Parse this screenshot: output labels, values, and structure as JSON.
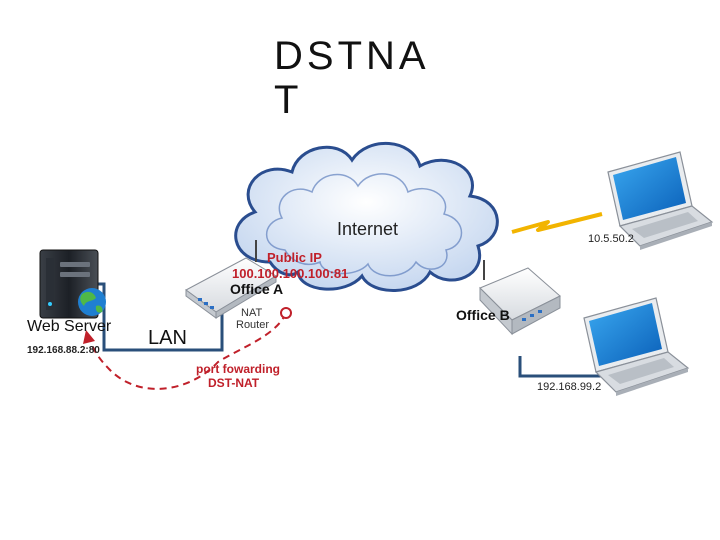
{
  "slide": {
    "title": "DSTNAT"
  },
  "diagram": {
    "cloud_label": "Internet",
    "web_server": {
      "name": "Web Server",
      "address": "192.168.88.2:80"
    },
    "lan_label": "LAN",
    "office_a": {
      "name": "Office A",
      "public_ip_label": "Public IP",
      "public_ip": "100.100.100.100:81",
      "role_line1": "NAT",
      "role_line2": "Router"
    },
    "office_b": {
      "name": "Office B"
    },
    "laptop_wireless": {
      "address": "10.5.50.2"
    },
    "laptop_wired": {
      "address": "192.168.99.2"
    },
    "annotation": {
      "line1": "port fowarding",
      "line2": "DST-NAT"
    }
  },
  "colors": {
    "cloud_fill": "#dfe9f7",
    "cloud_stroke": "#2a4d8f",
    "link": "#2a4f7a",
    "annotation": "#c0202a",
    "wireless": "#f2b400"
  }
}
